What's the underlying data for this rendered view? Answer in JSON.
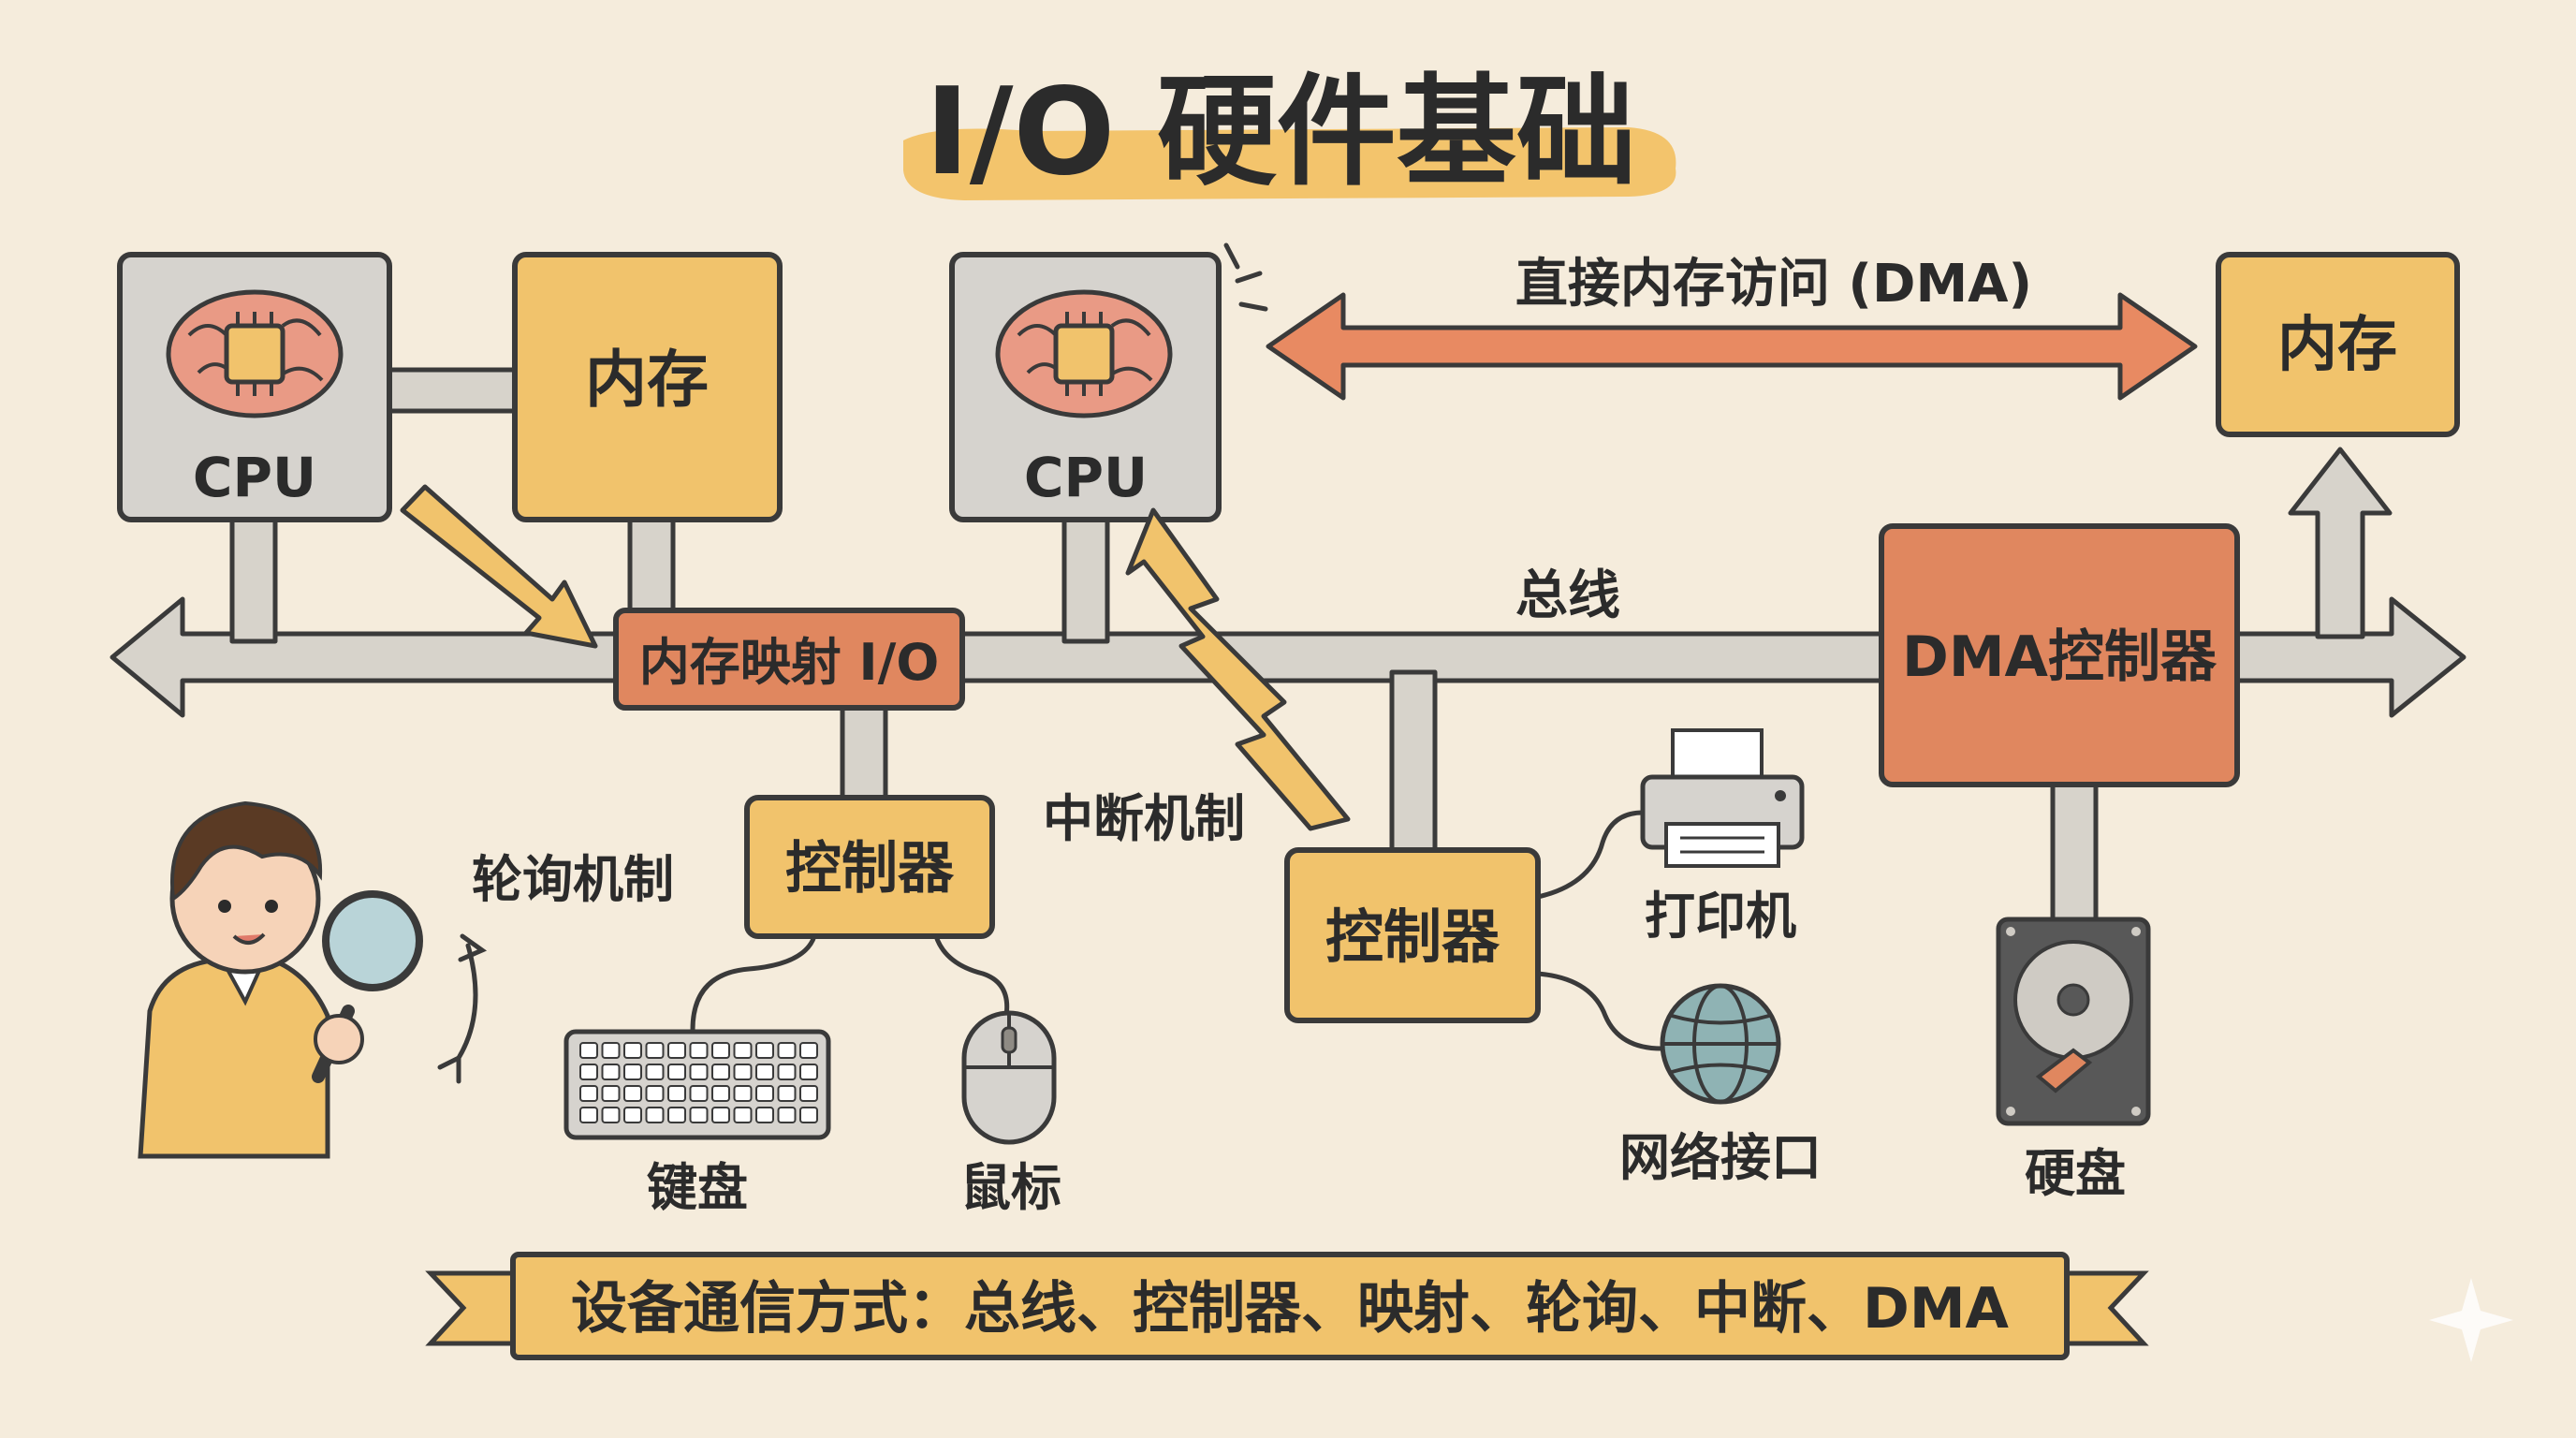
{
  "title": "I/O 硬件基础",
  "left_cpu": {
    "label": "CPU"
  },
  "left_memory": {
    "label": "内存"
  },
  "mmio": {
    "label": "内存映射 I/O"
  },
  "center_cpu": {
    "label": "CPU"
  },
  "dma_transfer": {
    "label": "直接内存访问 (DMA)"
  },
  "right_memory": {
    "label": "内存"
  },
  "bus": {
    "label": "总线"
  },
  "dma_controller": {
    "label": "DMA控制器"
  },
  "interrupt": {
    "label": "中断机制"
  },
  "polling": {
    "label": "轮询机制"
  },
  "controller_left": {
    "label": "控制器"
  },
  "controller_right": {
    "label": "控制器"
  },
  "devices": {
    "keyboard": "键盘",
    "mouse": "鼠标",
    "printer": "打印机",
    "network": "网络接口",
    "disk": "硬盘"
  },
  "footer": {
    "label": "设备通信方式：总线、控制器、映射、轮询、中断、DMA"
  },
  "colors": {
    "background": "#f5ecdc",
    "yellow_box": "#f1c36c",
    "orange_box": "#e0875f",
    "gray_box": "#d6d3ce",
    "arrow_orange": "#e88a62",
    "bus_gray": "#d7d3cb"
  }
}
